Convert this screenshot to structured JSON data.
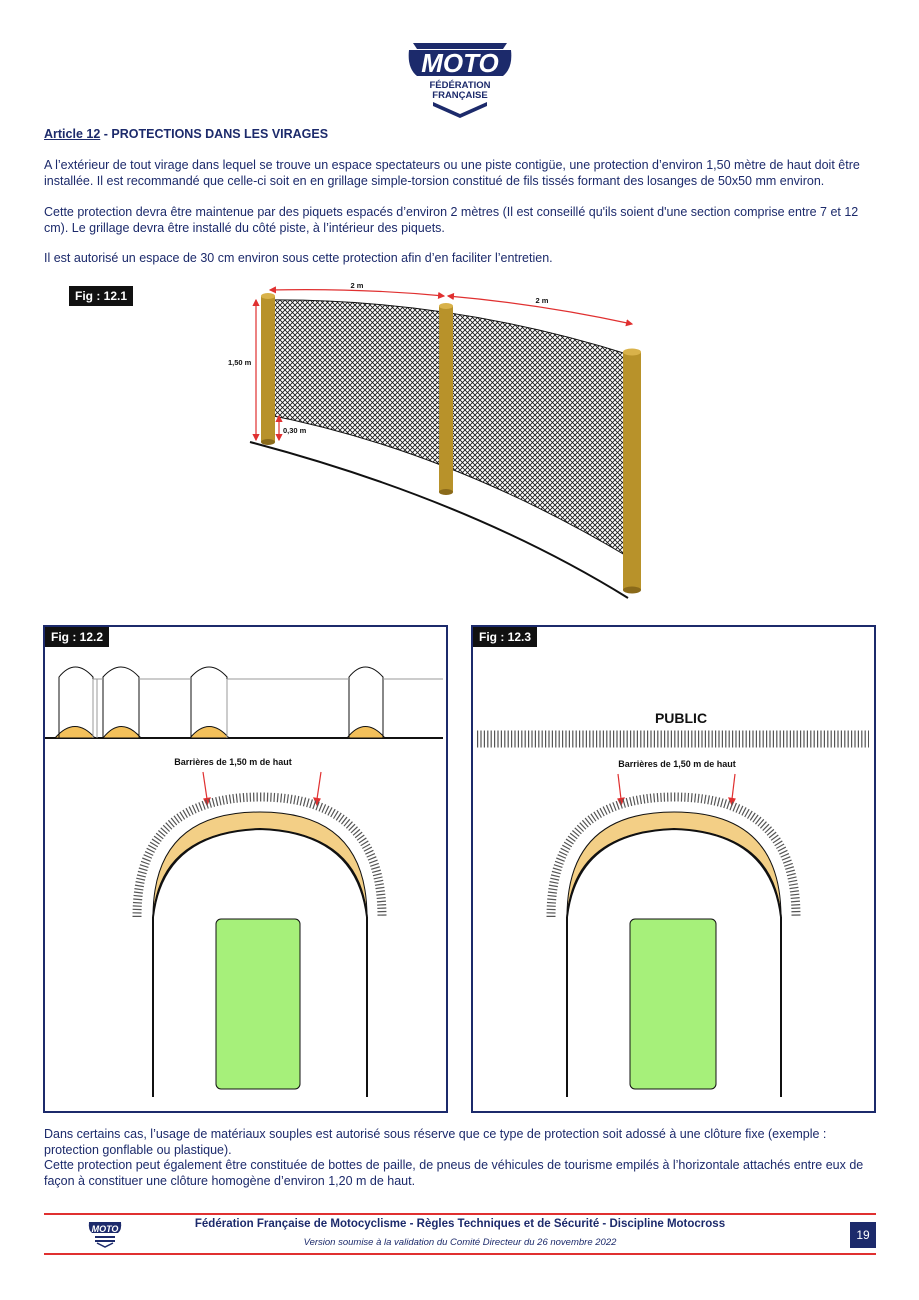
{
  "logo": {
    "wordmark": "MOTO",
    "line1": "FÉDÉRATION",
    "line2": "FRANÇAISE"
  },
  "article": {
    "number": "Article 12",
    "title": " - PROTECTIONS DANS LES VIRAGES",
    "p1": "A l’extérieur de tout virage dans lequel se trouve un espace spectateurs ou une piste contigüe, une protection d’environ 1,50 mètre de haut doit être installée. Il est recommandé que celle-ci soit en en grillage simple-torsion constitué de fils tissés formant des losanges de 50x50 mm environ.",
    "p2": "Cette protection devra être maintenue par des piquets espacés d’environ 2 mètres (Il est conseillé qu'ils soient d'une section comprise entre 7 et 12 cm). Le grillage devra être installé du côté piste, à l’intérieur des piquets.",
    "p3": "Il est autorisé un espace de 30 cm environ sous cette protection afin d’en faciliter l’entretien.",
    "p4a": "Dans certains cas, l’usage de matériaux souples est autorisé sous réserve que ce type de protection soit adossé à une clôture fixe (exemple : protection gonflable ou plastique).",
    "p4b": "Cette protection peut également être constituée de bottes de paille, de pneus de véhicules de tourisme empilés à l’horizontale attachés entre eux de façon à constituer une clôture homogène d’environ 1,20 m de haut."
  },
  "fig1": {
    "label": "Fig : 12.1",
    "dim_spacing_1": "2 m",
    "dim_spacing_2": "2 m",
    "dim_height": "1,50 m",
    "dim_gap": "0,30 m"
  },
  "fig2": {
    "label": "Fig : 12.2",
    "barrier_caption": "Barrières de 1,50 m de haut"
  },
  "fig3": {
    "label": "Fig : 12.3",
    "public_label": "PUBLIC",
    "barrier_caption": "Barrières de 1,50 m de haut"
  },
  "footer": {
    "line1": "Fédération Française de Motocyclisme - Règles Techniques et de Sécurité - Discipline Motocross",
    "line2": "Version soumise à la validation du Comité Directeur du 26 novembre 2022",
    "page": "19"
  },
  "colors": {
    "navy": "#1c2a6b",
    "red": "#e03030",
    "post": "#b8922a",
    "sand": "#f3cf86",
    "grass": "#a6f07a"
  }
}
